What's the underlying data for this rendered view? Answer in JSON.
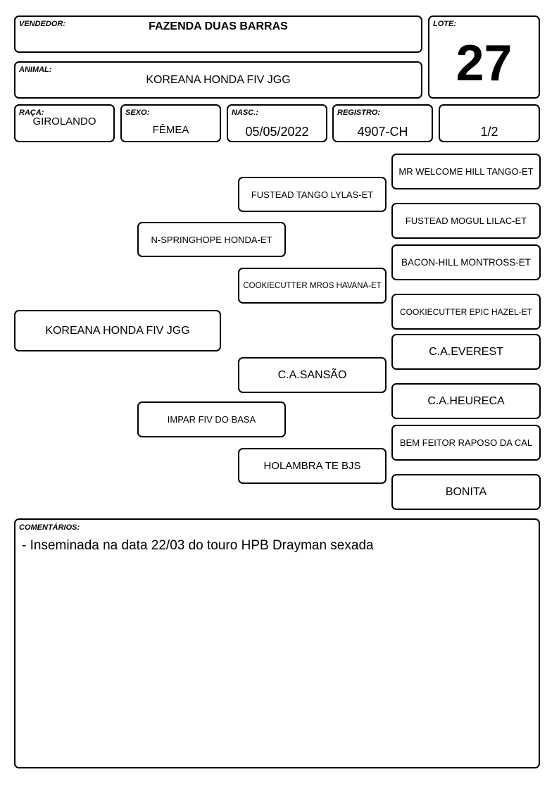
{
  "header": {
    "vendedor_label": "VENDEDOR:",
    "vendedor_value": "FAZENDA DUAS BARRAS",
    "lote_label": "LOTE:",
    "lote_value": "27",
    "animal_label": "ANIMAL:",
    "animal_value": "KOREANA HONDA FIV JGG"
  },
  "info": {
    "raca_label": "RAÇA:",
    "raca_value": "GIROLANDO",
    "sexo_label": "SEXO:",
    "sexo_value": "FÊMEA",
    "nasc_label": "NASC.:",
    "nasc_value": "05/05/2022",
    "registro_label": "REGISTRO:",
    "registro_value": "4907-CH",
    "grau_value": "1/2"
  },
  "pedigree": {
    "animal": "KOREANA HONDA FIV JGG",
    "sire": "N-SPRINGHOPE HONDA-ET",
    "dam": "IMPAR FIV DO BASA",
    "sire_sire": "FUSTEAD TANGO LYLAS-ET",
    "sire_dam": "COOKIECUTTER MROS HAVANA-ET",
    "dam_sire": "C.A.SANSÃO",
    "dam_dam": "HOLAMBRA TE BJS",
    "ggp": [
      "MR WELCOME HILL TANGO-ET",
      "FUSTEAD MOGUL LILAC-ET",
      "BACON-HILL MONTROSS-ET",
      "COOKIECUTTER EPIC HAZEL-ET",
      "C.A.EVEREST",
      "C.A.HEURECA",
      "BEM FEITOR RAPOSO DA CAL",
      "BONITA"
    ]
  },
  "comments": {
    "label": "COMENTÁRIOS:",
    "text": "- Inseminada na data 22/03 do touro HPB Drayman sexada"
  }
}
